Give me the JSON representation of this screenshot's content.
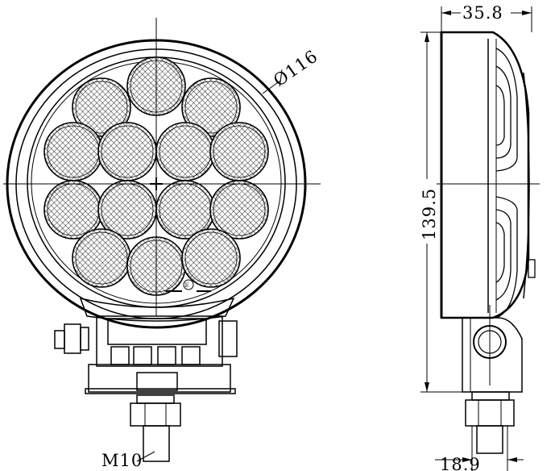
{
  "dimensions": {
    "diameter": "Ø116",
    "depth": "35.8",
    "height": "139.5",
    "bracket_width": "18.9",
    "thread": "M10"
  },
  "views": [
    "front-view",
    "side-view"
  ],
  "icons": {
    "certification_mark": "ce-mark-icon",
    "led_lens": "led-lens-icon",
    "mounting_nut": "hex-nut-icon"
  },
  "colors": {
    "line": "#000000",
    "background": "#ffffff"
  }
}
